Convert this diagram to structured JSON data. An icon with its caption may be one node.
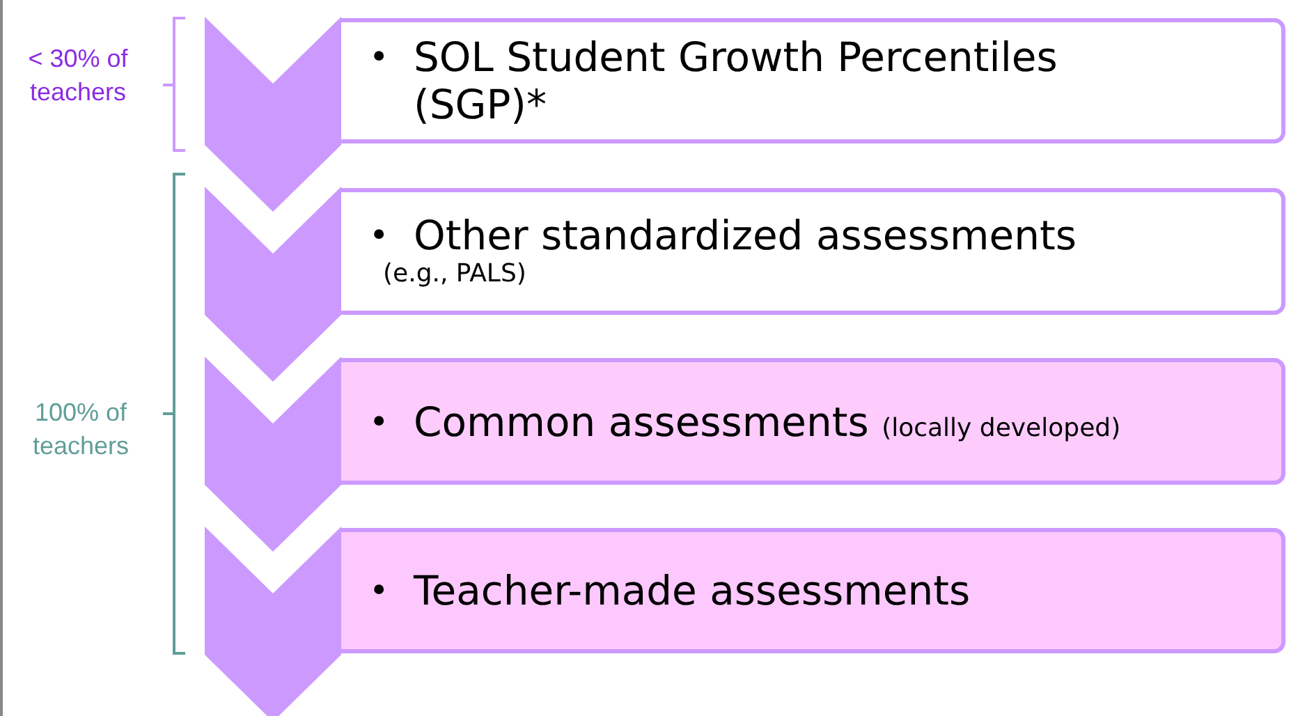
{
  "diagram": {
    "nodes": [
      {
        "text": [
          "•",
          "SOL Student Growth Percentiles (SGP)*"
        ]
      },
      {
        "text": [
          "•",
          "Other standardized assessments",
          "(e.g., PALS)"
        ]
      },
      {
        "text": [
          "•",
          "Common assessments",
          "(locally developed)"
        ]
      },
      {
        "text": [
          "•",
          "Teacher-made assessments"
        ]
      }
    ],
    "labels": [
      "< 30% of teachers",
      "100% of teachers"
    ]
  }
}
